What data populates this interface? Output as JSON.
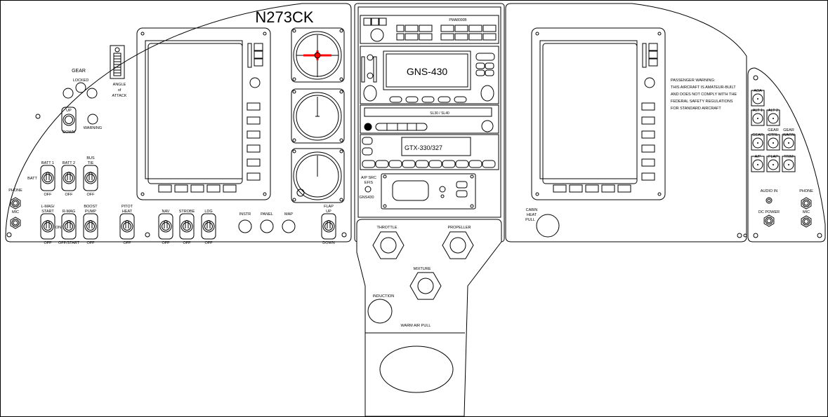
{
  "title": "N273CK",
  "left_panel": {
    "gear": {
      "title": "GEAR",
      "locked": "LOCKED",
      "warning": "WARNING",
      "up": "UP",
      "down": "DOWN"
    },
    "aoa": {
      "line1": "ANGLE",
      "line2": "of",
      "line3": "ATTACK"
    },
    "batt_label": "BATT",
    "on_label": "ON",
    "switches": {
      "batt1": {
        "top": [
          "BATT 1"
        ],
        "bottom": "OFF"
      },
      "batt2": {
        "top": [
          "BATT 2"
        ],
        "bottom": "OFF"
      },
      "bus_tie": {
        "top": [
          "BUS",
          "TIE"
        ],
        "bottom": "OFF"
      },
      "l_mag": {
        "top": [
          "L-MAG/",
          "START"
        ],
        "bottom": "OFF"
      },
      "r_mag": {
        "top": [
          "R-MAG"
        ],
        "bottom": "OFF/START"
      },
      "boost_pump": {
        "top": [
          "BOOST",
          "PUMP"
        ],
        "bottom": "OFF"
      },
      "pitot_heat": {
        "top": [
          "PITOT",
          "HEAT"
        ],
        "bottom": "OFF"
      },
      "nav": {
        "top": [
          "NAV"
        ],
        "bottom": "OFF"
      },
      "strobe": {
        "top": [
          "STROBE"
        ],
        "bottom": "OFF"
      },
      "ldg": {
        "top": [
          "LDG"
        ],
        "bottom": "OFF"
      },
      "flap": {
        "top": [
          "FLAP",
          "UP"
        ],
        "bottom": "DOWN"
      }
    },
    "lights": {
      "instr": "INSTR",
      "panel": "PANEL",
      "map": "MAP"
    },
    "jacks": {
      "phone": "PHONE",
      "mic": "MIC"
    }
  },
  "center_stack": {
    "audio_panel": "PMA8000B",
    "gps": "GNS-430",
    "comm": "SL30 / SL40",
    "transponder": "GTX-330/327",
    "ap_src": {
      "line1": "A/P SRC",
      "line2": "EFIS",
      "line3": "GNS430"
    }
  },
  "console": {
    "throttle": "THROTTLE",
    "propeller": "PROPELLER",
    "mixture": "MIXTURE",
    "induction": "INDUCTION",
    "warm_air": "WARM AIR PULL"
  },
  "right_panel": {
    "warning_lines": [
      "PASSENGER WARNING:",
      "THIS AIRCRAFT IS AMATEUR-BUILT",
      "AND DOES NOT COMPLY WITH THE",
      "FEDERAL SAFETY REGULATIONS",
      "FOR STANDARD AIRCRAFT"
    ],
    "cabin_heat": {
      "line1": "CABIN",
      "line2": "HEAT",
      "line3": "PULL"
    }
  },
  "breaker_panel": {
    "breakers": {
      "aoa": [
        "AOA"
      ],
      "alt1": [
        "ALT 1"
      ],
      "alt2": [
        "ALT 2"
      ],
      "gear": [
        "GEAR"
      ],
      "gear_ctrl": [
        "GEAR",
        "CTRL"
      ],
      "gear_warn": [
        "GEAR",
        "WARN"
      ],
      "ap": [
        "A/P"
      ],
      "flap": [
        "FLAP"
      ],
      "trim": [
        "TRIM"
      ]
    },
    "audio_in": "AUDIO IN",
    "phone": "PHONE",
    "dc_power": "DC POWER",
    "mic": "MIC"
  },
  "colors": {
    "line": "#000000",
    "attitude_aircraft": "#ff0000",
    "dc_power_label": "#0000ff"
  }
}
